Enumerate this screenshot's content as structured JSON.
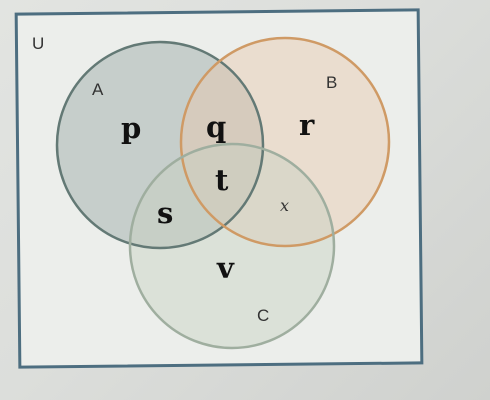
{
  "universe_label": "U",
  "sets": {
    "a_label": "A",
    "b_label": "B",
    "c_label": "C"
  },
  "regions": {
    "a_only": "p",
    "a_and_b_only": "q",
    "b_only": "r",
    "a_b_c": "t",
    "a_and_c_only": "s",
    "b_and_c_only": "x",
    "c_only": "v"
  },
  "colors": {
    "frame": "#4d6e80",
    "circle_a": "#637975",
    "circle_b": "#cf9a65",
    "circle_c": "#9fae9f",
    "fill_a": "#a7b5b0",
    "fill_b": "#e9c8ad",
    "fill_c": "#c7d0c2"
  }
}
